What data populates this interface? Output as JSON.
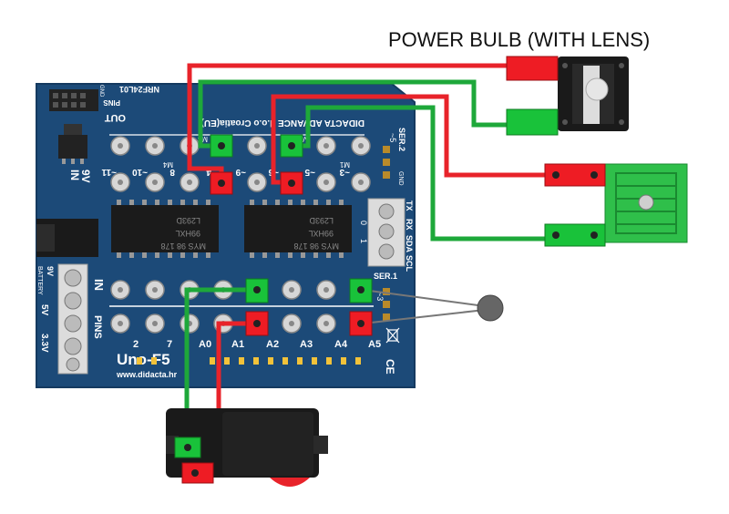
{
  "title": "POWER BULB (WITH LENS)",
  "board": {
    "name": "Uno-F5",
    "website": "www.didacta.hr",
    "maker_line": "DIDACTA ADVANCE d.o.o Croatia(EU)",
    "nrf_label": "NRF24L01",
    "out_label": "OUT",
    "pins_label": "PINS",
    "gnd_label": "GND",
    "in_label": "IN",
    "in_voltage": "9V",
    "battery_label": "BATTERY",
    "battery_voltage": "9V",
    "five_v": "5V",
    "three_v": "3.3V",
    "in_side": "IN",
    "pins_side": "PINS",
    "ser2": "SER.2",
    "ser1": "SER.1",
    "tilde5": "~5",
    "tilde3": "~3",
    "gnd_small": "GND",
    "tx_label": "TX",
    "rx_label": "RX",
    "sda_label": "SDA",
    "scl_label": "SCL",
    "zero": "0",
    "one": "1",
    "chip_left": [
      "L293D",
      "99HXL",
      "MYS 98 178"
    ],
    "chip_right": [
      "L293D",
      "99HXL",
      "MYS 98 178"
    ],
    "out_labels_top": [
      "~11",
      "~10",
      "8",
      "~9",
      "4",
      "~6",
      "~5",
      "~3"
    ],
    "m_labels": [
      "M3",
      "M4",
      "M2",
      "M1"
    ],
    "a_labels": [
      "2",
      "7",
      "A0",
      "A1",
      "A2",
      "A3",
      "A4",
      "A5"
    ]
  },
  "colors": {
    "board": "#1c4a78",
    "board_edge": "#153a60",
    "wire_red": "#e8232a",
    "wire_green": "#1ea83a",
    "connector_red": "#ee1c24",
    "connector_green": "#19c23a",
    "peltier": "#2fbf4a"
  }
}
